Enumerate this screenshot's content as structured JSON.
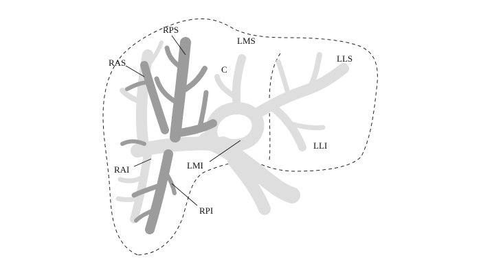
{
  "labels": {
    "rps": "RPS",
    "ras": "RAS",
    "lms": "LMS",
    "lls": "LLS",
    "c": "C",
    "lli": "LLI",
    "lmi": "LMI",
    "rai": "RAI",
    "rpi": "RPI"
  },
  "colors": {
    "dark_vessel": "#9c9c9c",
    "light_vessel": "#dedede",
    "outline": "#222222"
  }
}
